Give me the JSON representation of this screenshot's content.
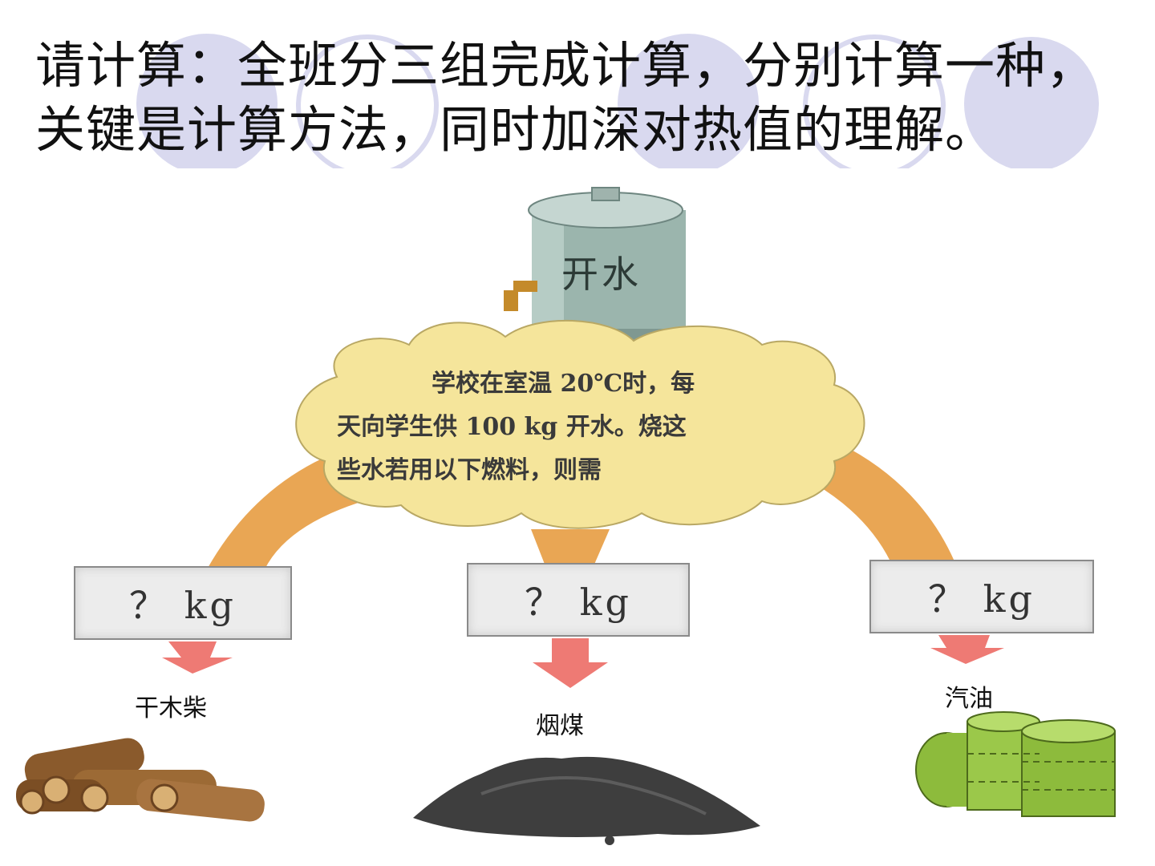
{
  "heading": {
    "line1": "请计算：全班分三组完成计算，分别计算一种，",
    "line2": "关键是计算方法，同时加深对热值的理解。"
  },
  "tank": {
    "label": "开水"
  },
  "cloud": {
    "line1": "学校在室温 20℃时，每",
    "line2": "天向学生供 100 kg 开水。烧这",
    "line3": "些水若用以下燃料，则需"
  },
  "boxes": [
    "？ kg",
    "？ kg",
    "？ kg"
  ],
  "fuels": [
    "干木柴",
    "烟煤",
    "汽油"
  ],
  "colors": {
    "circle_fill": "#d9d9ef",
    "cloud": "#f5e59b",
    "arc": "#e9a654",
    "arrow": "#ee7a74",
    "tank": "#9bb5ad",
    "barrel": "#8dbb3c"
  }
}
